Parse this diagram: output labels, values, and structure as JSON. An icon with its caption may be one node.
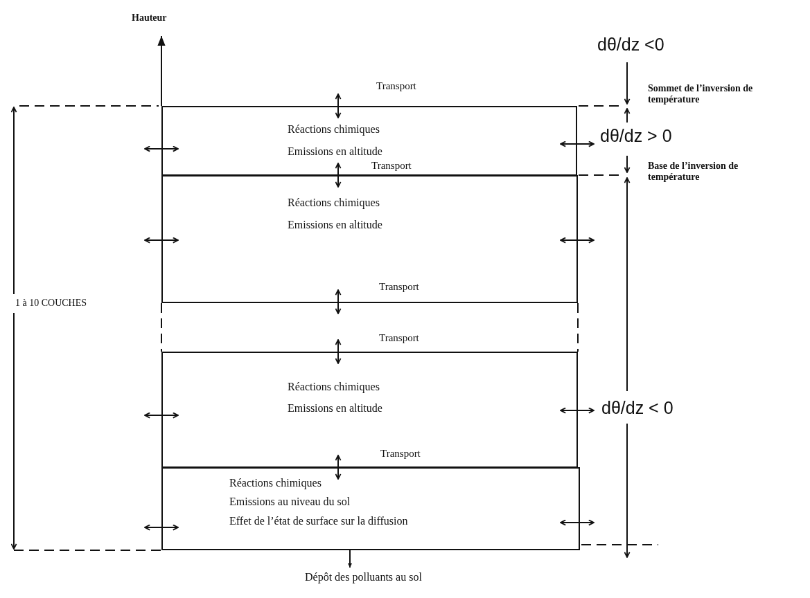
{
  "diagram": {
    "nodes": [
      {
        "text": [
          "Réactions chimiques",
          "Emissions en altitude"
        ]
      },
      {
        "text": [
          "Réactions chimiques",
          "Emissions en altitude"
        ]
      },
      {
        "text": [
          "Réactions chimiques",
          "Emissions en altitude"
        ]
      },
      {
        "text": [
          "Réactions chimiques",
          "Emissions au niveau du sol",
          "Effet de l’état de surface sur la diffusion"
        ]
      },
      {
        "text": [
          "Dépôt des polluants au sol"
        ]
      }
    ],
    "edges": [
      {
        "from": 3,
        "to": 4,
        "arrow": "to"
      }
    ],
    "labels": [
      "Hauteur",
      "dθ/dz <0",
      "Transport",
      "Sommet de l’inversion de température",
      "dθ/dz > 0",
      "Transport",
      "Base de l’inversion de température",
      "Transport",
      "1 à 10 COUCHES",
      "Transport",
      "dθ/dz < 0",
      "Transport"
    ]
  }
}
